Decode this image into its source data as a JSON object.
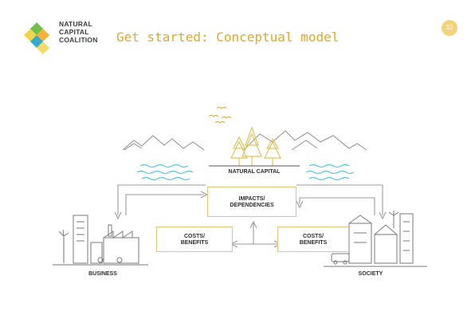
{
  "logo": {
    "text": "NATURAL\nCAPITAL\nCOALITION",
    "colors": [
      "#6fbf4a",
      "#f5b335",
      "#39a9c9",
      "#f1d54a"
    ]
  },
  "title": "Get started: Conceptual model",
  "page_number": "32",
  "diagram": {
    "natural_capital": "NATURAL CAPITAL",
    "impacts_dependencies": "IMPACTS/\nDEPENDENCIES",
    "costs_benefits_left": "COSTS/\nBENEFITS",
    "costs_benefits_right": "COSTS/\nBENEFITS",
    "business": "BUSINESS",
    "society": "SOCIETY"
  },
  "colors": {
    "accent": "#e0a92b",
    "water": "#59c5d8",
    "box_border": "#e9c27a",
    "line": "#9a9a9a",
    "tree": "#e3c35b"
  }
}
